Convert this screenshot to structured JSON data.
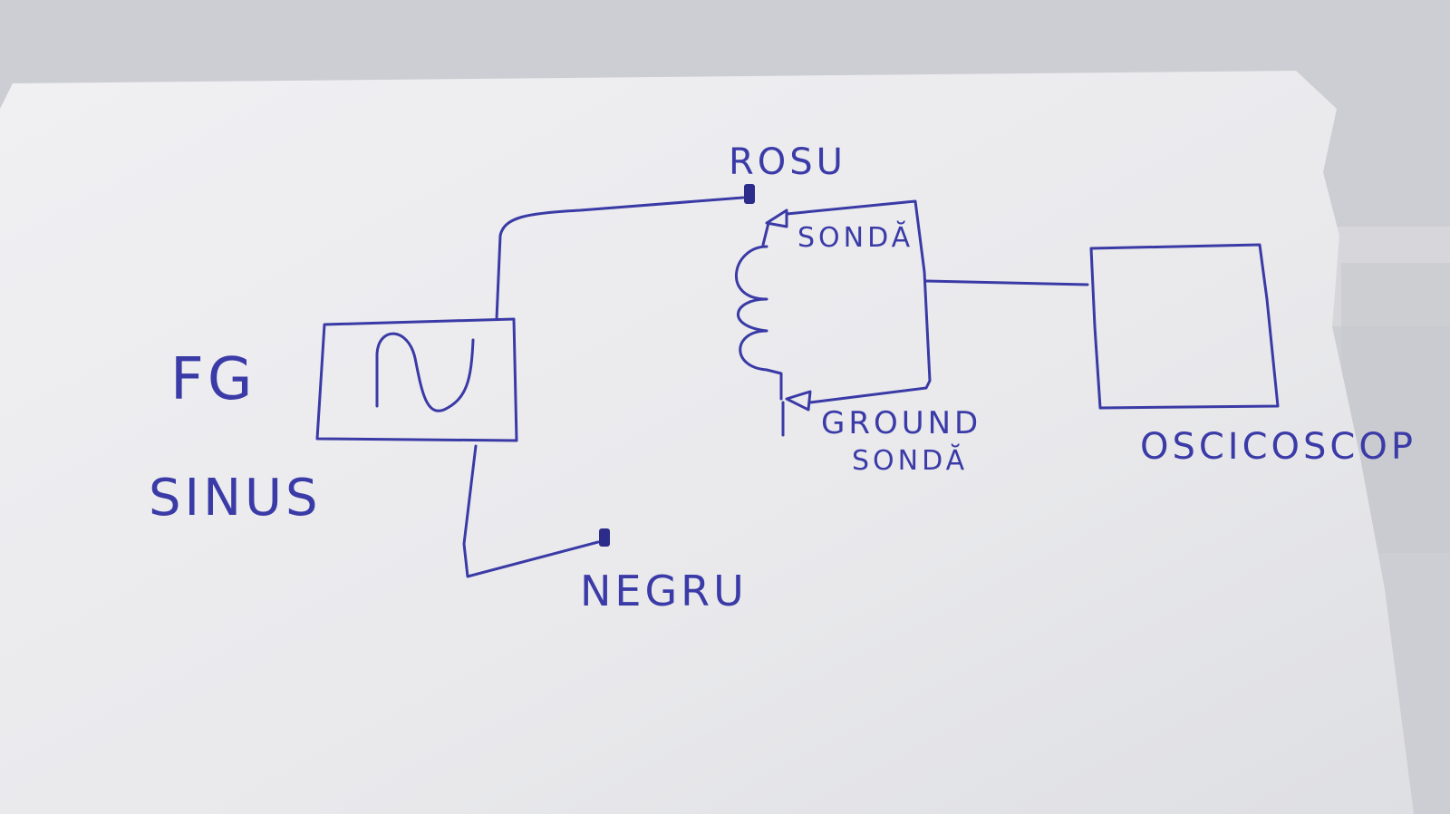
{
  "diagram": {
    "labels": {
      "fg": "FG",
      "sinus": "SINUS",
      "rosu": "ROSU",
      "sonda_top": "SONDĂ",
      "ground": "GROUND",
      "sonda_bottom": "SONDĂ",
      "negru": "NEGRU",
      "osciloscop": "OSCICOSCOP"
    },
    "colors": {
      "ink": "#3a3aa6",
      "paper": "#ececee",
      "background": "#cfd0d4"
    }
  }
}
